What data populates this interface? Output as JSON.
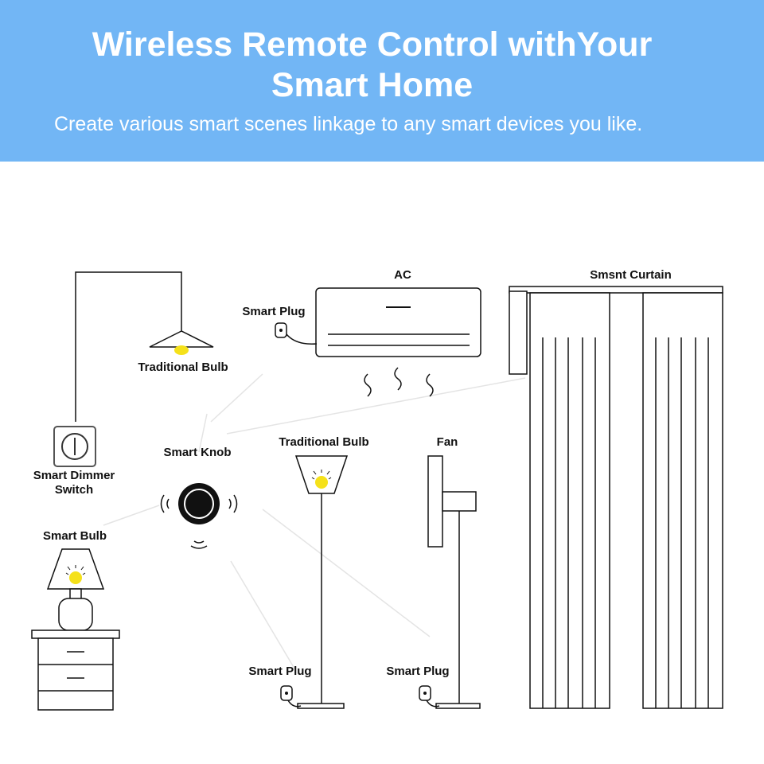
{
  "header": {
    "title_line1": "Wireless Remote Control withYour",
    "title_line2": "Smart Home",
    "subtitle": "Create various smart scenes linkage to any smart devices you like."
  },
  "labels": {
    "ac": "AC",
    "smart_curtain": "Smsnt Curtain",
    "smart_plug_ac": "Smart Plug",
    "traditional_bulb_pendant": "Traditional Bulb",
    "smart_dimmer_switch_line1": "Smart Dimmer",
    "smart_dimmer_switch_line2": "Switch",
    "smart_knob": "Smart Knob",
    "traditional_bulb_floor": "Traditional Bulb",
    "fan": "Fan",
    "smart_bulb": "Smart Bulb",
    "smart_plug_lamp": "Smart Plug",
    "smart_plug_fan": "Smart Plug"
  },
  "colors": {
    "banner": "#72b6f5",
    "bulb": "#f5e11a",
    "line": "#111111"
  }
}
